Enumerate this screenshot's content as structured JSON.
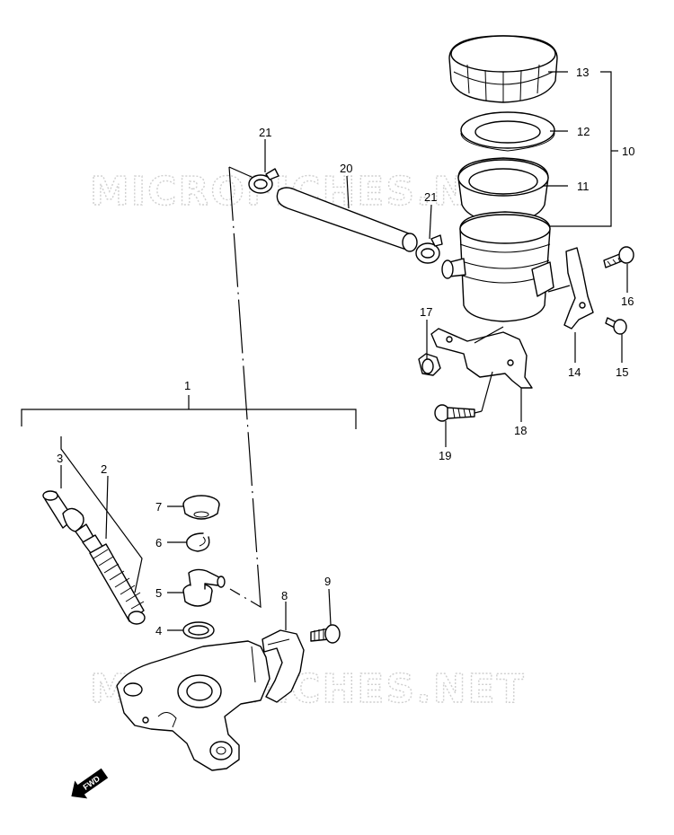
{
  "watermark": {
    "text": "MICROFICHES.NET"
  },
  "fwd_label": "FWD",
  "callouts": {
    "c1": "1",
    "c2": "2",
    "c3": "3",
    "c4": "4",
    "c5": "5",
    "c6": "6",
    "c7": "7",
    "c8": "8",
    "c9": "9",
    "c10": "10",
    "c11": "11",
    "c12": "12",
    "c13": "13",
    "c14": "14",
    "c15": "15",
    "c16": "16",
    "c17": "17",
    "c18": "18",
    "c19": "19",
    "c20": "20",
    "c21a": "21",
    "c21b": "21"
  },
  "colors": {
    "ink": "#000000",
    "watermark": "#cfcfcf",
    "background": "#ffffff"
  }
}
